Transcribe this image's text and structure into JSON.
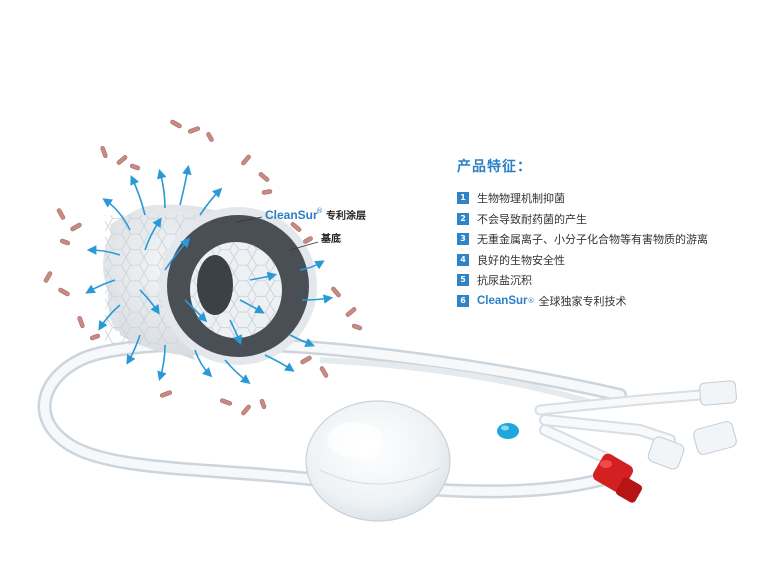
{
  "diagram": {
    "coating_brand": "CleanSur",
    "coating_registered": "®",
    "coating_label": "专利涂层",
    "substrate_label": "基底"
  },
  "features": {
    "title": "产品特征：",
    "items": [
      {
        "num": "1",
        "text": "生物物理机制抑菌"
      },
      {
        "num": "2",
        "text": "不会导致耐药菌的产生"
      },
      {
        "num": "3",
        "text": "无重金属离子、小分子化合物等有害物质的游离"
      },
      {
        "num": "4",
        "text": "良好的生物安全性"
      },
      {
        "num": "5",
        "text": "抗尿盐沉积"
      },
      {
        "num": "6",
        "brand": "CleanSur",
        "registered": "®",
        "text": "全球独家专利技术"
      }
    ]
  },
  "colors": {
    "accent": "#2b7fc4",
    "arrow": "#2a9ad6",
    "bacteria": "#c98a84",
    "valve": "#d42020"
  }
}
